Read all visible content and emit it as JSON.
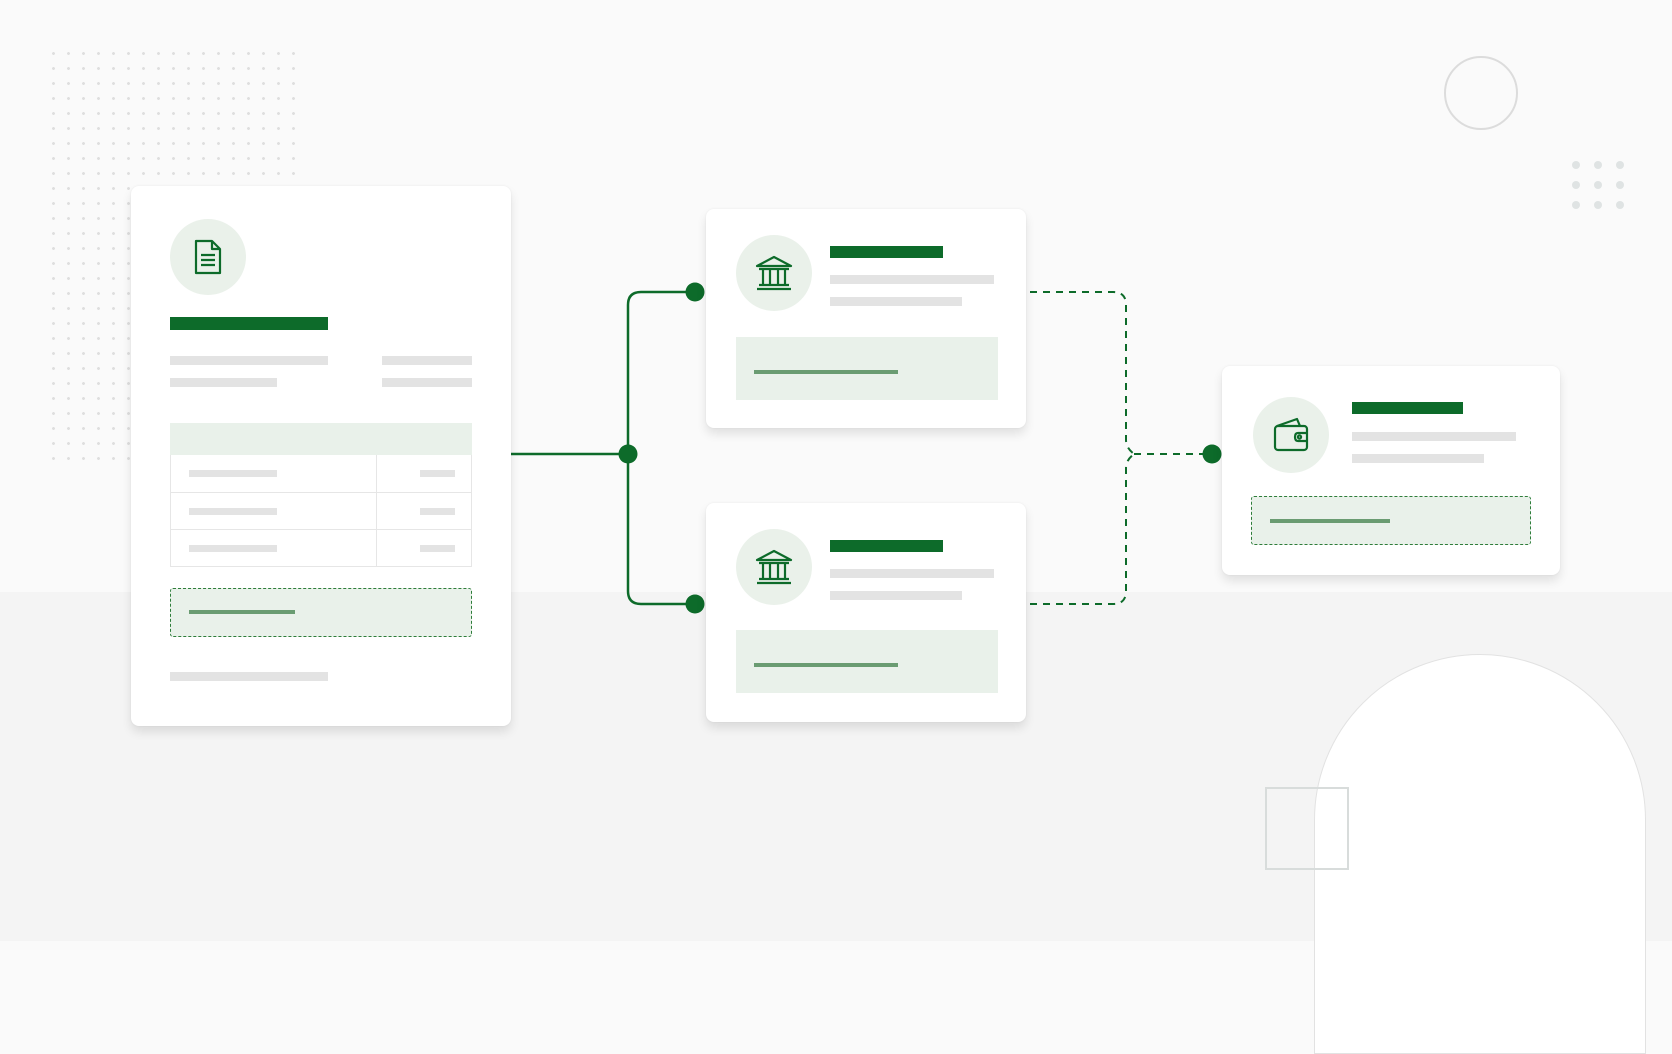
{
  "diagram": {
    "colors": {
      "accent": "#0d6b2a",
      "accent_mid": "#6a9c72",
      "panel": "#e9f1ea",
      "placeholder": "#e3e3e3",
      "background": "#fafafa"
    },
    "nodes": [
      {
        "id": "invoice-document",
        "icon": "document-icon",
        "kind": "document card with table"
      },
      {
        "id": "bank-top",
        "icon": "bank-icon",
        "kind": "card"
      },
      {
        "id": "bank-bottom",
        "icon": "bank-icon",
        "kind": "card"
      },
      {
        "id": "wallet",
        "icon": "wallet-icon",
        "kind": "card"
      }
    ],
    "edges": [
      {
        "from": "invoice-document",
        "to": "bank-top",
        "style": "solid"
      },
      {
        "from": "invoice-document",
        "to": "bank-bottom",
        "style": "solid"
      },
      {
        "from": "bank-top",
        "to": "wallet",
        "style": "dashed"
      },
      {
        "from": "bank-bottom",
        "to": "wallet",
        "style": "dashed"
      }
    ],
    "table_rows": 3
  }
}
